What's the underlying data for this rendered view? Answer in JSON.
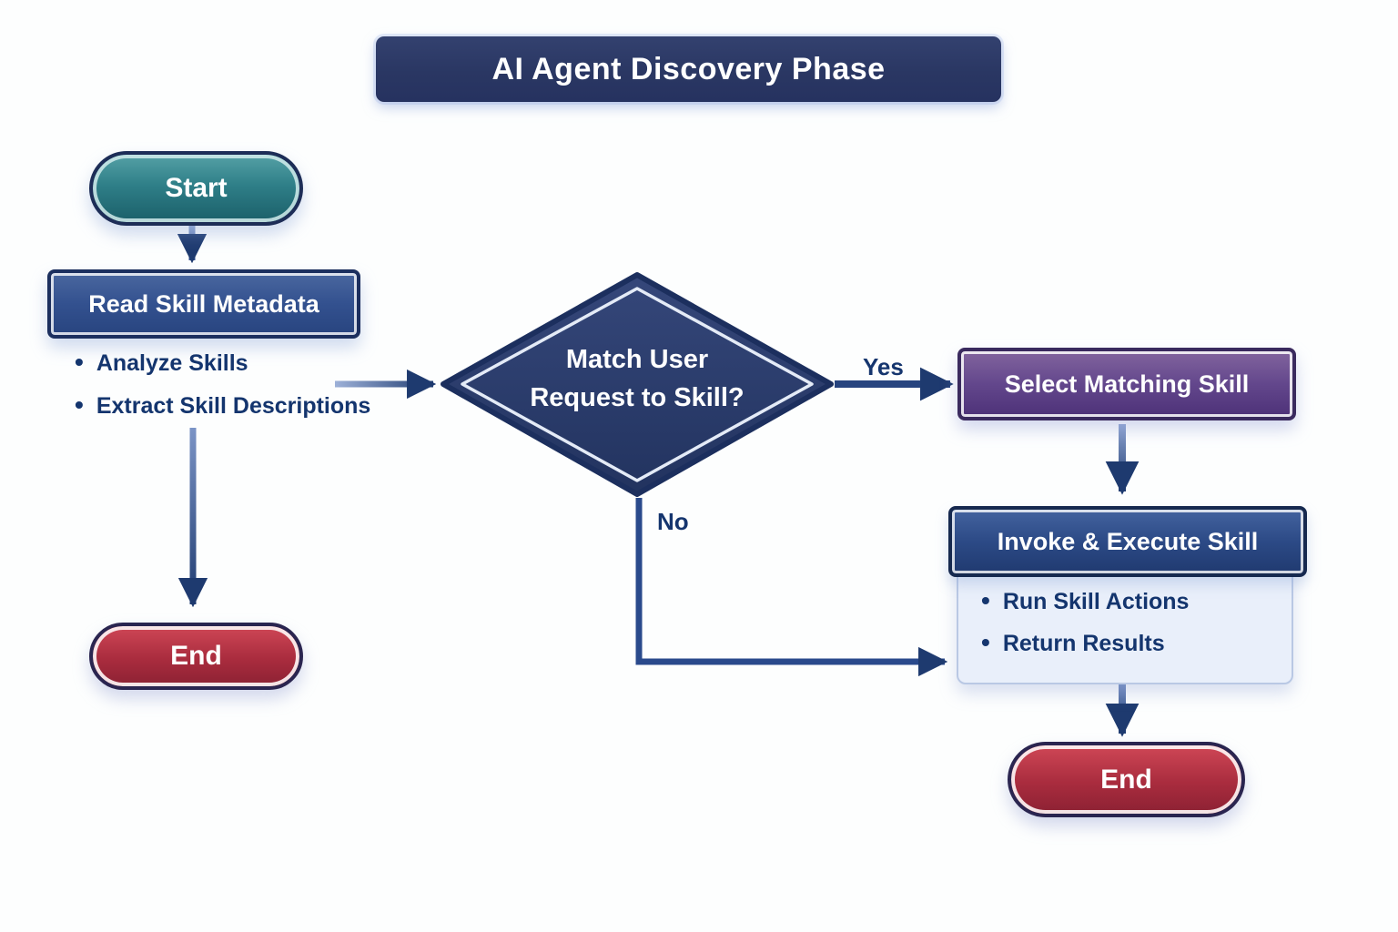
{
  "title": "AI Agent Discovery Phase",
  "colors": {
    "title_bg": "#2a3763",
    "navy_border": "#1c2f5e",
    "process_blue": "#33518f",
    "start_teal": "#2f7f88",
    "select_purple": "#63478c",
    "end_red": "#a92c3e",
    "panel_bg": "#e9effa",
    "arrow": "#2e4e90",
    "text_dark": "#14356e",
    "text_light": "#ffffff"
  },
  "nodes": {
    "start": {
      "label": "Start"
    },
    "read_skill_metadata": {
      "label": "Read Skill Metadata",
      "bullets": [
        "Analyze Skills",
        "Extract Skill Descriptions"
      ]
    },
    "decision": {
      "label": "Match User Request to Skill?",
      "lines": [
        "Match User",
        "Request to Skill?"
      ]
    },
    "select_matching_skill": {
      "label": "Select Matching Skill"
    },
    "invoke_execute_skill": {
      "label": "Invoke & Execute Skill",
      "bullets": [
        "Run Skill Actions",
        "Return Results"
      ]
    },
    "end_left": {
      "label": "End"
    },
    "end_right": {
      "label": "End"
    }
  },
  "edges": {
    "yes_label": "Yes",
    "no_label": "No"
  }
}
